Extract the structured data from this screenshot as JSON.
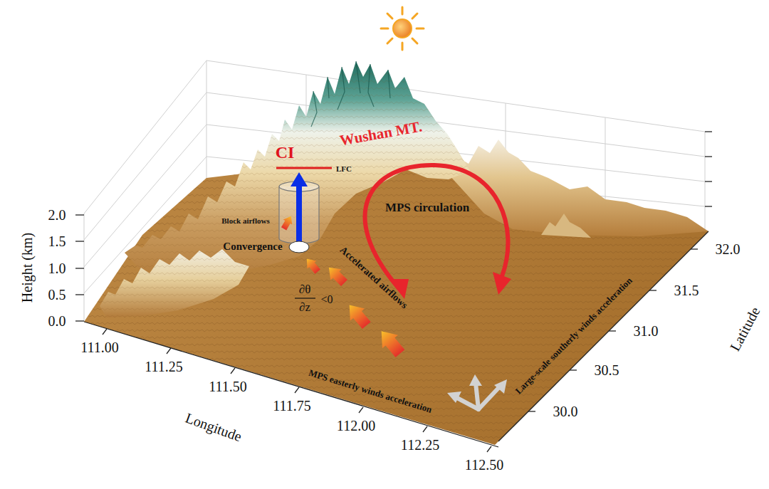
{
  "diagram": {
    "labels": [
      "CI",
      "LFC",
      "Wushan MT.",
      "MPS circulation",
      "Block airflows",
      "Convergence",
      "Accelerated airflows",
      "∂θ",
      "∂z",
      "<0",
      "2.0",
      "1.5",
      "1.0",
      "0.5",
      "0.0",
      "Height (km)",
      "MPS easterly winds acceleration",
      "Large-scale southerly winds acceleration",
      "32.0",
      "31.5",
      "31.0",
      "30.5",
      "30.0",
      "Latitude",
      "111.00",
      "111.25",
      "111.50",
      "111.75",
      "112.00",
      "112.25",
      "112.50",
      "Longitude"
    ]
  }
}
